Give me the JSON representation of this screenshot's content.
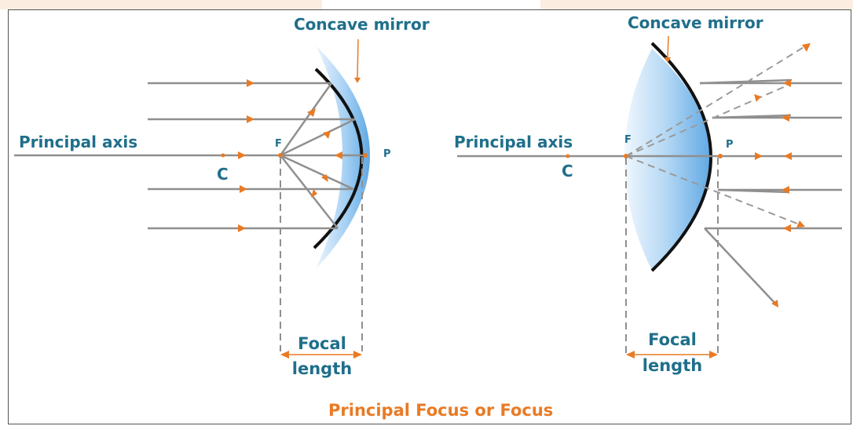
{
  "left_diagram": {
    "mirror_label": "Concave mirror",
    "axis_label": "Principal axis",
    "point_c": "C",
    "point_f": "F",
    "point_p": "P",
    "focal_line1": "Focal",
    "focal_line2": "length"
  },
  "right_diagram": {
    "mirror_label": "Concave mirror",
    "axis_label": "Principal axis",
    "point_c": "C",
    "point_f": "F",
    "point_p": "P",
    "focal_line1": "Focal",
    "focal_line2": "length"
  },
  "footer_label": "Principal Focus or Focus",
  "colors": {
    "label_blue": "#1f6f8b",
    "accent_orange": "#e97a24",
    "ray_gray": "#8f8f8f",
    "mirror_black": "#111111",
    "mirror_blue": "#6fb3e8"
  }
}
